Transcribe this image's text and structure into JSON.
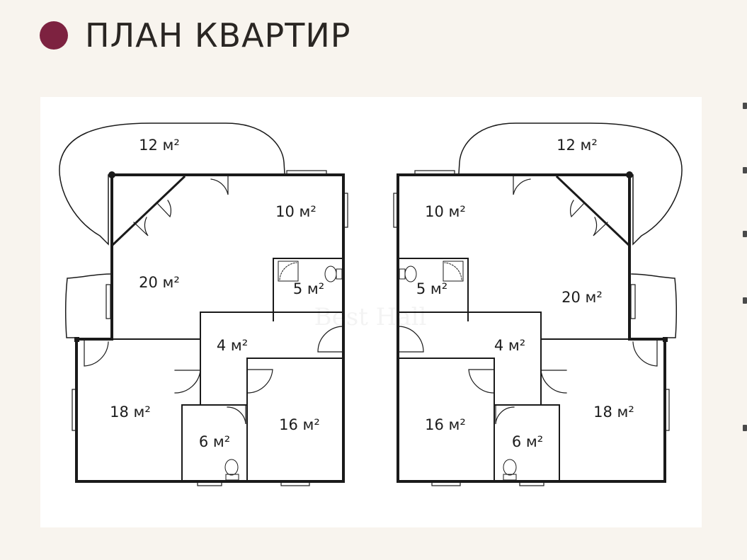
{
  "header": {
    "title": "ПЛАН КВАРТИР",
    "accent_color": "#7d2240"
  },
  "watermark": "Best Hall",
  "apartments": [
    {
      "id": "left",
      "rooms": [
        {
          "id": "balcony-top",
          "label": "12 м²"
        },
        {
          "id": "room-top-right",
          "label": "10 м²"
        },
        {
          "id": "living-room",
          "label": "20 м²"
        },
        {
          "id": "bathroom",
          "label": "5 м²"
        },
        {
          "id": "hall",
          "label": "4 м²"
        },
        {
          "id": "bedroom-left",
          "label": "18 м²"
        },
        {
          "id": "wc",
          "label": "6 м²"
        },
        {
          "id": "bedroom-right",
          "label": "16 м²"
        }
      ]
    },
    {
      "id": "right",
      "rooms": [
        {
          "id": "balcony-top",
          "label": "12 м²"
        },
        {
          "id": "room-top-left",
          "label": "10 м²"
        },
        {
          "id": "living-room",
          "label": "20 м²"
        },
        {
          "id": "bathroom",
          "label": "5 м²"
        },
        {
          "id": "hall",
          "label": "4 м²"
        },
        {
          "id": "bedroom-left",
          "label": "16 м²"
        },
        {
          "id": "wc",
          "label": "6 м²"
        },
        {
          "id": "bedroom-right",
          "label": "18 м²"
        }
      ]
    }
  ]
}
